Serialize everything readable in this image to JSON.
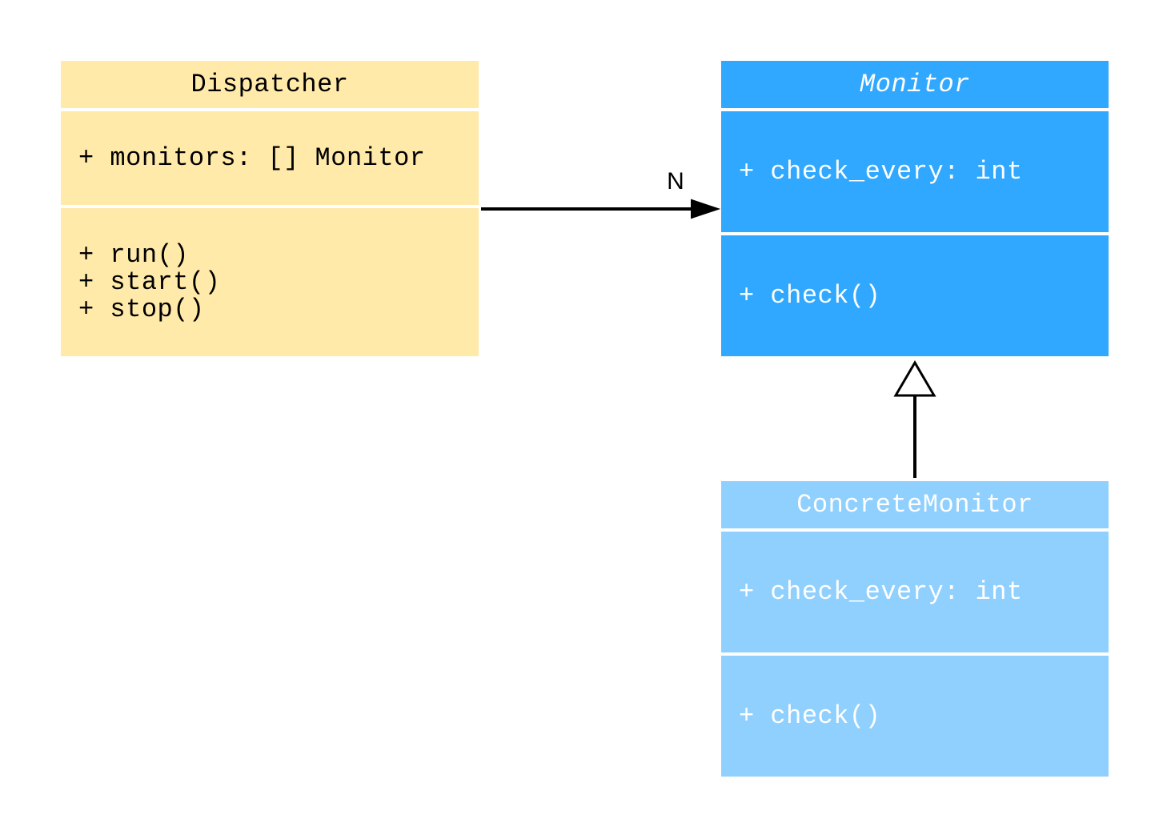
{
  "classes": {
    "dispatcher": {
      "name": "Dispatcher",
      "attributes": [
        "+ monitors: [] Monitor"
      ],
      "operations": [
        "+ run()",
        "+ start()",
        "+ stop()"
      ],
      "fill_color": "#ffeaaa",
      "text_color": "#000000"
    },
    "monitor": {
      "name": "Monitor",
      "abstract": true,
      "attributes": [
        "+ check_every: int"
      ],
      "operations": [
        "+ check()"
      ],
      "fill_color": "#30a8ff",
      "text_color": "#ffffff"
    },
    "concrete_monitor": {
      "name": "ConcreteMonitor",
      "attributes": [
        "+ check_every: int"
      ],
      "operations": [
        "+ check()"
      ],
      "fill_color": "#90d0ff",
      "text_color": "#ffffff"
    }
  },
  "relations": {
    "association": {
      "from": "Dispatcher",
      "to": "Monitor",
      "multiplicity": "N"
    },
    "generalization": {
      "from": "ConcreteMonitor",
      "to": "Monitor"
    }
  }
}
